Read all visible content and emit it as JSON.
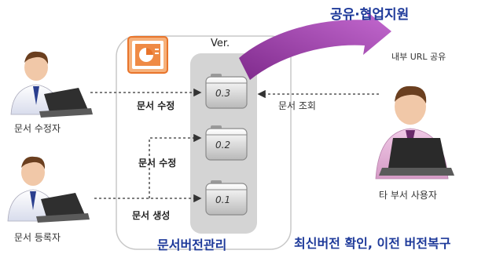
{
  "title": "공유·협업지원",
  "repo": {
    "ver_label": "Ver.",
    "bottom_title": "문서버전관리"
  },
  "versions": [
    "0.3",
    "0.2",
    "0.1"
  ],
  "url_label": "URL",
  "labels": {
    "internal_url_share": "내부 URL 공유",
    "doc_edit_top": "문서 수정",
    "doc_edit_mid": "문서 수정",
    "doc_create": "문서 생성",
    "doc_view": "문서 조회"
  },
  "persons": {
    "editor": "문서 수정자",
    "registrant": "문서 등록자",
    "other_user": "타 부서 사용자"
  },
  "bottom_right_caption": "최신버전 확인, 이전 버전복구",
  "colors": {
    "title_blue": "#1e3a9a",
    "arrow_purple": "#a03fa8",
    "repo_gray": "#cfcfcf",
    "ppt_orange": "#e8742b"
  }
}
